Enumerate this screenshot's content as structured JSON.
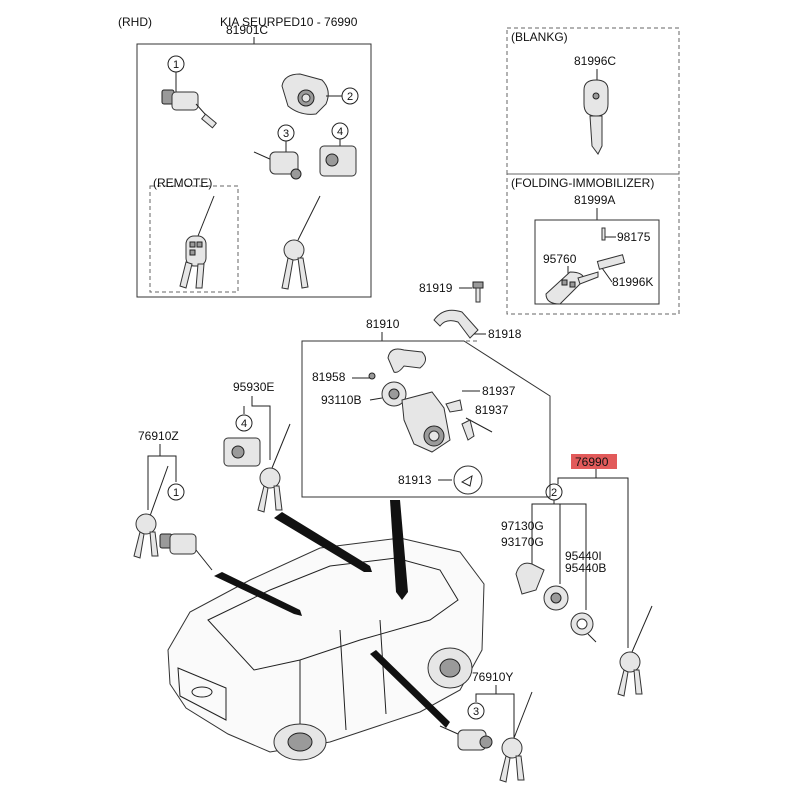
{
  "header": {
    "rhd": "(RHD)",
    "title": "KIA SEURPED10 - 76990"
  },
  "colors": {
    "highlight": "#e25a5a",
    "ink": "#111111"
  },
  "labels": {
    "l81901C": "81901C",
    "remote": "(REMOTE)",
    "blankg": "(BLANKG)",
    "l81996C": "81996C",
    "folding": "(FOLDING-IMMOBILIZER)",
    "l81999A": "81999A",
    "l98175": "98175",
    "l95760": "95760",
    "l81996K": "81996K",
    "l81919": "81919",
    "l81918": "81918",
    "l81910": "81910",
    "l81958": "81958",
    "l93110B": "93110B",
    "l81937a": "81937",
    "l81937b": "81937",
    "l81913": "81913",
    "l95930E": "95930E",
    "l76910Z": "76910Z",
    "l76990": "76990",
    "l97130G": "97130G",
    "l93170G": "93170G",
    "l95440I": "95440I",
    "l95440B": "95440B",
    "l76910Y": "76910Y"
  },
  "callouts": {
    "c1": "1",
    "c2": "2",
    "c3": "3",
    "c4": "4",
    "c4b": "4",
    "c1b": "1",
    "c2b": "2",
    "c3b": "3"
  },
  "icons": [
    "door-lock-cylinder-icon",
    "ignition-lock-icon",
    "remote-key-icon",
    "blank-key-icon",
    "folding-key-icon",
    "car-icon"
  ]
}
